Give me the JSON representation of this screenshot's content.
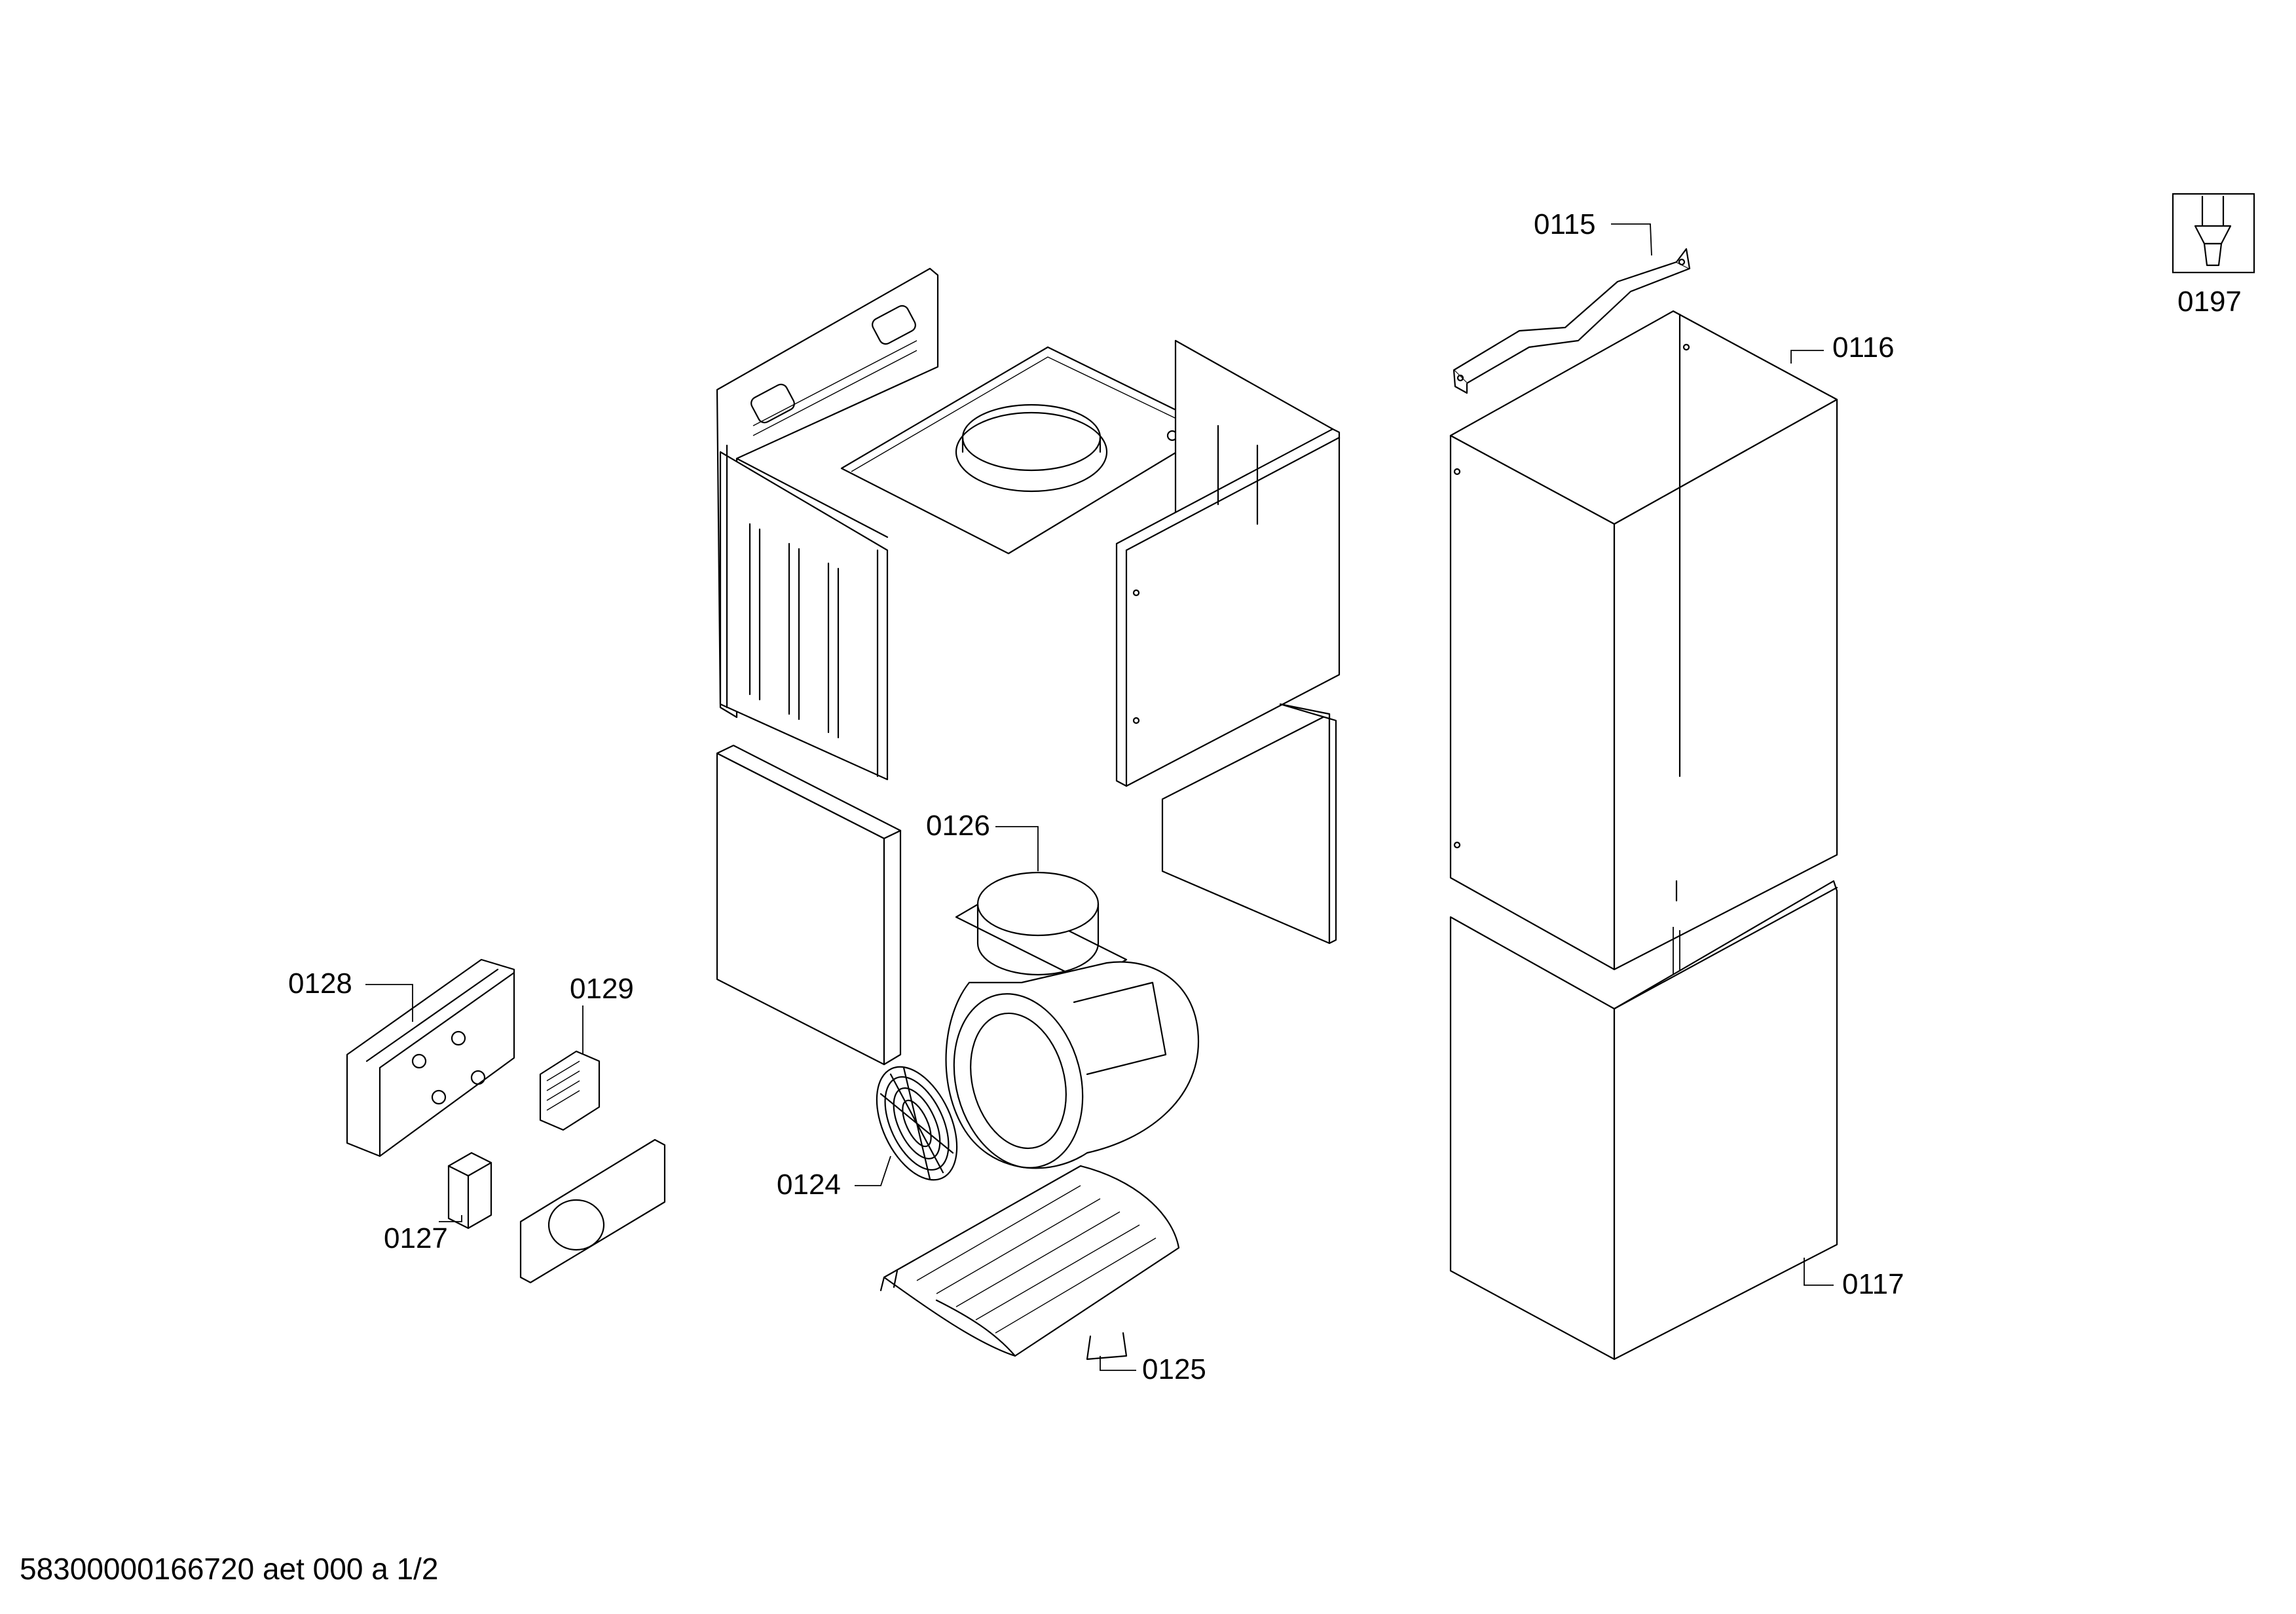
{
  "diagram": {
    "parts": [
      {
        "id": "frame-left",
        "name": "left frame panel"
      },
      {
        "id": "frame-top",
        "name": "top mounting plate"
      },
      {
        "id": "frame-right",
        "name": "right frame panel"
      },
      {
        "id": "filter-left",
        "name": "left panel"
      },
      {
        "id": "filter-right",
        "name": "right panel"
      }
    ],
    "labels": {
      "p0115": "0115",
      "p0116": "0116",
      "p0117": "0117",
      "p0124": "0124",
      "p0125": "0125",
      "p0126": "0126",
      "p0127": "0127",
      "p0128": "0128",
      "p0129": "0129",
      "p0197": "0197"
    }
  },
  "footer": {
    "code": "58300000166720 aet 000 a 1/2"
  }
}
